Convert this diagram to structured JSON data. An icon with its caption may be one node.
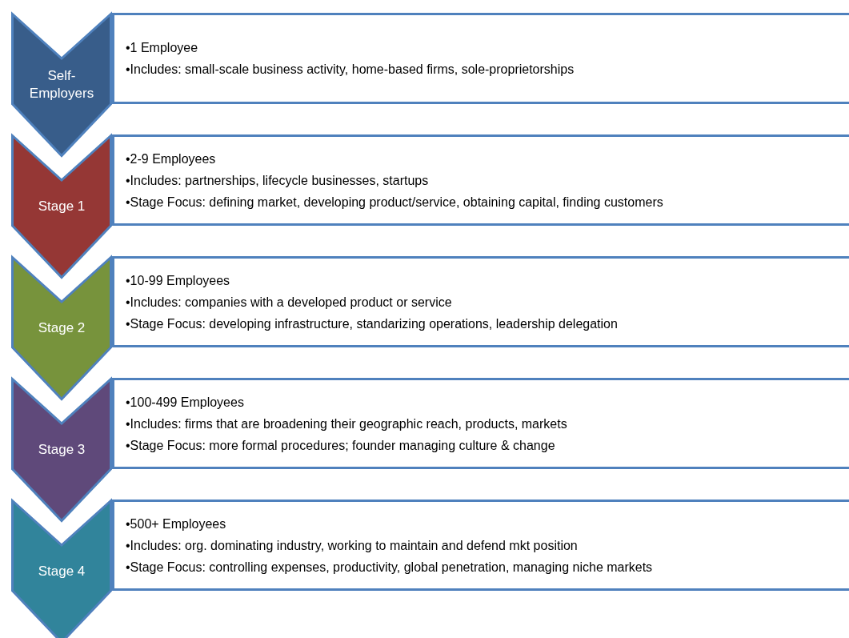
{
  "diagram": {
    "nodes": [
      {
        "text": [
          "Self-Employers"
        ]
      },
      {
        "text": [
          "•1 Employee",
          "•Includes: small-scale business activity, home-based firms, sole-proprietorships"
        ]
      },
      {
        "text": [
          "Stage 1"
        ]
      },
      {
        "text": [
          "•2-9 Employees",
          "•Includes: partnerships, lifecycle businesses, startups",
          "•Stage Focus: defining market, developing product/service, obtaining capital, finding customers"
        ]
      },
      {
        "text": [
          "Stage 2"
        ]
      },
      {
        "text": [
          "•10-99 Employees",
          "•Includes: companies with a developed product or service",
          "•Stage Focus: developing infrastructure, standarizing operations, leadership delegation"
        ]
      },
      {
        "text": [
          "Stage 3"
        ]
      },
      {
        "text": [
          "•100-499 Employees",
          "•Includes: firms that are broadening their geographic reach, products, markets",
          "•Stage Focus: more formal procedures; founder managing culture & change"
        ]
      },
      {
        "text": [
          "Stage 4"
        ]
      },
      {
        "text": [
          "•500+ Employees",
          "•Includes: org. dominating industry, working to maintain and defend mkt position",
          "•Stage Focus: controlling expenses, productivity, global penetration, managing niche markets"
        ]
      }
    ]
  }
}
